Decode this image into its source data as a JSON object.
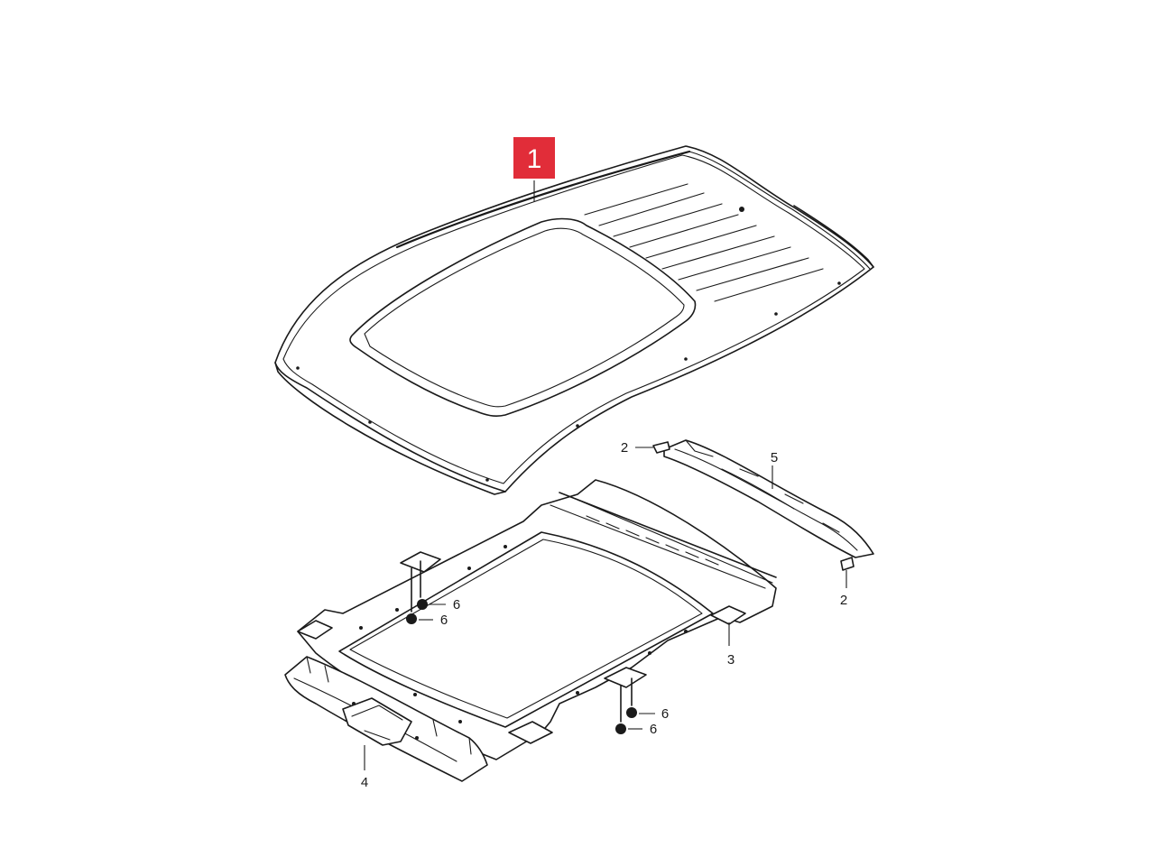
{
  "diagram": {
    "highlight_color": "#e12d39",
    "highlighted_callout": "1",
    "callouts": {
      "c2a": "2",
      "c5": "5",
      "c2b": "2",
      "c6a": "6",
      "c6b": "6",
      "c3": "3",
      "c6c": "6",
      "c6d": "6",
      "c4": "4"
    }
  }
}
